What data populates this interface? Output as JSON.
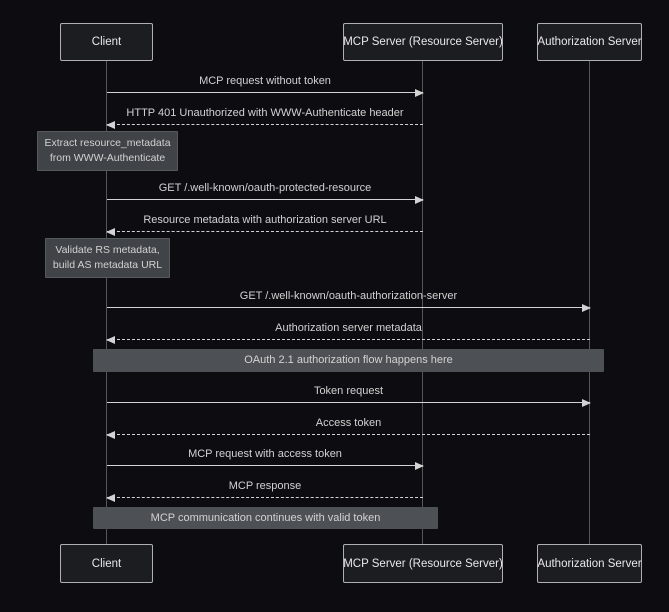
{
  "actors": [
    {
      "id": "client",
      "label": "Client"
    },
    {
      "id": "mcp_server",
      "label": "MCP Server (Resource Server)"
    },
    {
      "id": "auth_server",
      "label": "Authorization Server"
    }
  ],
  "messages": [
    {
      "from": "client",
      "to": "mcp_server",
      "style": "solid",
      "text": "MCP request without token"
    },
    {
      "from": "mcp_server",
      "to": "client",
      "style": "dashed",
      "text": "HTTP 401 Unauthorized with WWW-Authenticate header"
    },
    {
      "from": "client",
      "to": "mcp_server",
      "style": "solid",
      "text": "GET /.well-known/oauth-protected-resource"
    },
    {
      "from": "mcp_server",
      "to": "client",
      "style": "dashed",
      "text": "Resource metadata with authorization server URL"
    },
    {
      "from": "client",
      "to": "auth_server",
      "style": "solid",
      "text": "GET /.well-known/oauth-authorization-server"
    },
    {
      "from": "auth_server",
      "to": "client",
      "style": "dashed",
      "text": "Authorization server metadata"
    },
    {
      "from": "client",
      "to": "auth_server",
      "style": "solid",
      "text": "Token request"
    },
    {
      "from": "auth_server",
      "to": "client",
      "style": "dashed",
      "text": "Access token"
    },
    {
      "from": "client",
      "to": "mcp_server",
      "style": "solid",
      "text": "MCP request with access token"
    },
    {
      "from": "mcp_server",
      "to": "client",
      "style": "dashed",
      "text": "MCP response"
    }
  ],
  "notes": [
    {
      "over": "client",
      "line1": "Extract resource_metadata",
      "line2": "from WWW-Authenticate"
    },
    {
      "over": "client",
      "line1": "Validate RS metadata,",
      "line2": "build AS metadata URL"
    },
    {
      "over": "client,auth_server",
      "text": "OAuth 2.1 authorization flow happens here"
    },
    {
      "over": "client,mcp_server",
      "text": "MCP communication continues with valid token"
    }
  ],
  "colors": {
    "background": "#0d0d11",
    "actor_fill": "#1c1d21",
    "actor_border": "#b0b0b0",
    "note_fill": "#404347",
    "wide_note_fill": "#4d5155",
    "line": "#d3d3d3",
    "lifeline": "#55555c",
    "text": "#e8e8e8",
    "muted_text": "#d2d2d2"
  }
}
